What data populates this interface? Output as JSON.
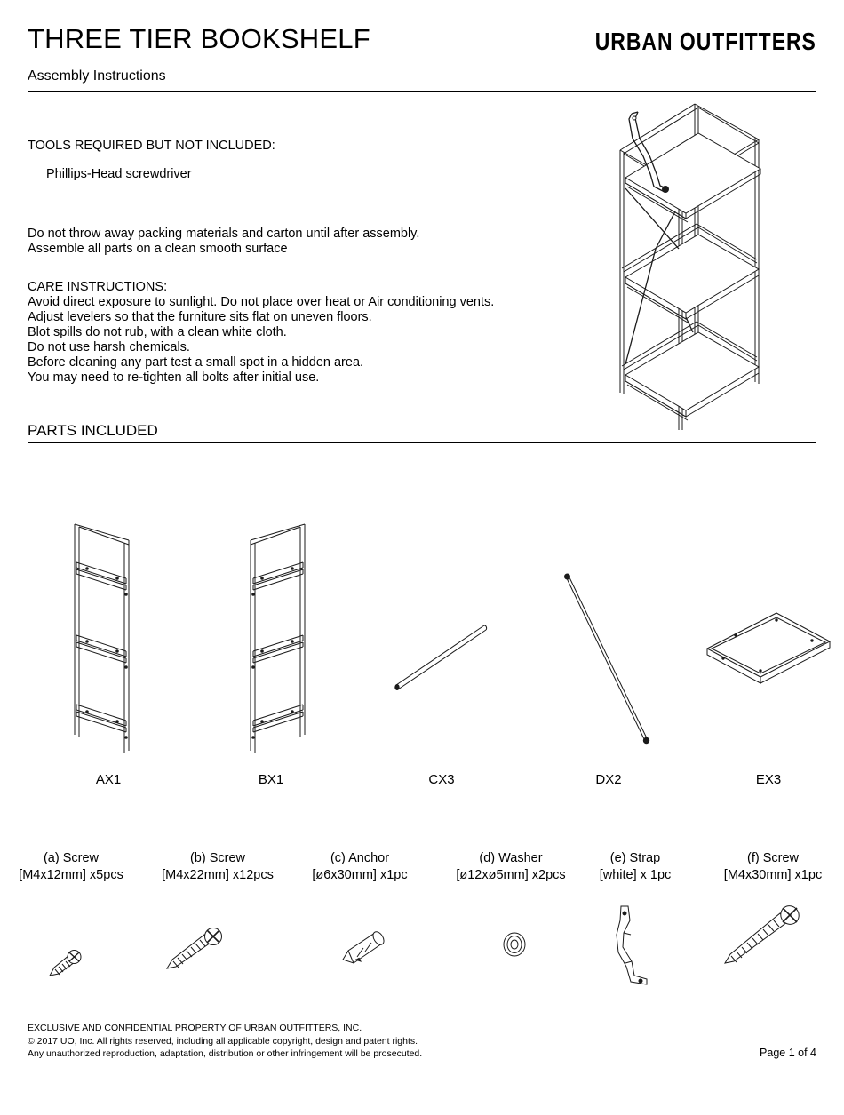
{
  "header": {
    "title": "THREE TIER BOOKSHELF",
    "subtitle": "Assembly Instructions",
    "brand": "URBAN OUTFITTERS"
  },
  "tools": {
    "heading": "TOOLS REQUIRED BUT NOT INCLUDED:",
    "item": "Phillips-Head screwdriver"
  },
  "packing_note": "Do not throw away packing materials and carton until after assembly.\nAssemble all parts on a clean smooth surface",
  "care": "CARE INSTRUCTIONS:\nAvoid direct exposure to sunlight. Do not place over heat or Air conditioning vents.\nAdjust levelers so that the furniture sits flat on uneven floors.\nBlot spills do not rub, with a clean white cloth.\nDo not use harsh chemicals.\nBefore cleaning any part test a small spot in a hidden area.\nYou may need to re-tighten all bolts after initial use.",
  "parts_included_heading": "PARTS INCLUDED",
  "parts": [
    {
      "code": "AX1",
      "icon": "side-panel-left"
    },
    {
      "code": "BX1",
      "icon": "side-panel-right"
    },
    {
      "code": "CX3",
      "icon": "short-rod"
    },
    {
      "code": "DX2",
      "icon": "long-rod"
    },
    {
      "code": "EX3",
      "icon": "shelf-board"
    }
  ],
  "hardware": [
    {
      "name": "(a) Screw",
      "spec": "[M4x12mm] x5pcs",
      "icon": "screw-short"
    },
    {
      "name": "(b) Screw",
      "spec": "[M4x22mm] x12pcs",
      "icon": "screw-medium"
    },
    {
      "name": "(c) Anchor",
      "spec": "[ø6x30mm] x1pc",
      "icon": "wall-anchor"
    },
    {
      "name": "(d) Washer",
      "spec": "[ø12xø5mm] x2pcs",
      "icon": "washer"
    },
    {
      "name": "(e) Strap",
      "spec": "[white] x 1pc",
      "icon": "wall-strap"
    },
    {
      "name": "(f) Screw",
      "spec": "[M4x30mm] x1pc",
      "icon": "screw-long"
    }
  ],
  "footer": {
    "legal": "EXCLUSIVE AND CONFIDENTIAL PROPERTY OF URBAN OUTFITTERS, INC.\n© 2017 UO, Inc. All rights reserved, including all applicable copyright, design and patent rights.\nAny unauthorized reproduction, adaptation, distribution or other infringement will be prosecuted.",
    "page": "Page 1 of 4"
  },
  "colors": {
    "ink": "#000000",
    "line": "#1b1b1b"
  }
}
